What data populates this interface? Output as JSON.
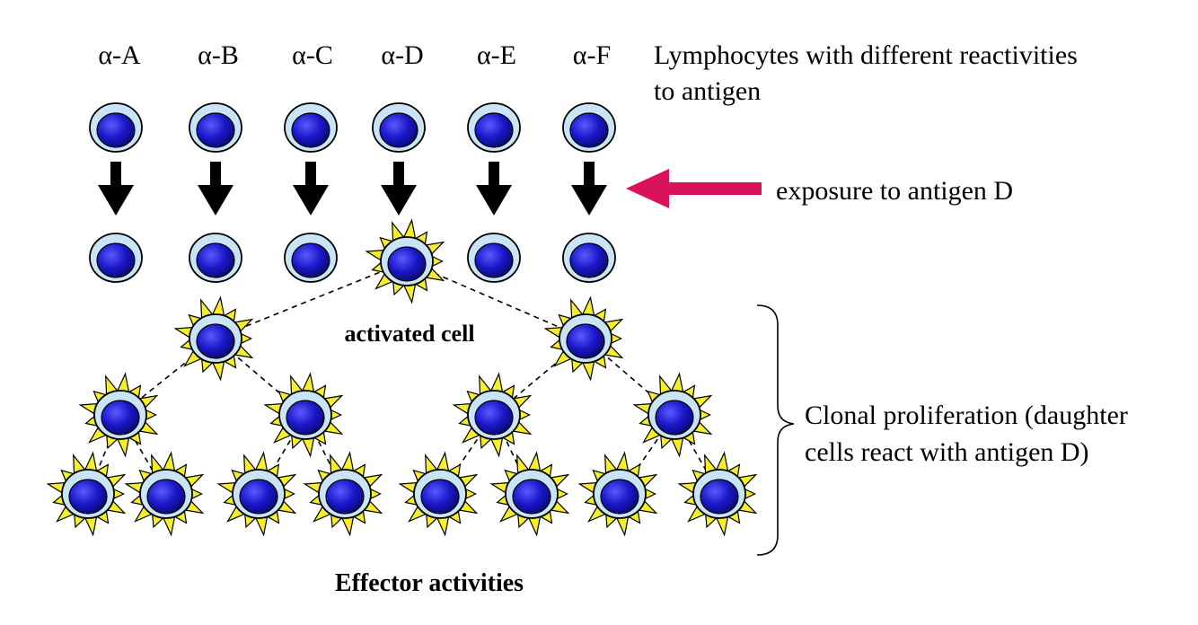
{
  "top_labels": [
    "α-A",
    "α-B",
    "α-C",
    "α-D",
    "α-E",
    "α-F"
  ],
  "description_lines": [
    "Lymphocytes with different reactivities",
    "to antigen"
  ],
  "exposure_label": "exposure to antigen D",
  "activated_label": "activated cell",
  "clonal_lines": [
    "Clonal proliferation (daughter",
    "cells react with antigen D)"
  ],
  "effector_label": "Effector activities",
  "colors": {
    "nucleus": "#1a17c8",
    "cytoplasm": "#c9e4f5",
    "activation_star": "#f6ee2c",
    "antigen_arrow": "#d8125b",
    "flow_arrow": "#000000"
  },
  "icons": {
    "resting_cell": "lymphocyte-icon",
    "activated_cell": "activated-lymphocyte-icon",
    "flow_arrow": "down-arrow-icon",
    "antigen_arrow": "left-arrow-icon"
  }
}
